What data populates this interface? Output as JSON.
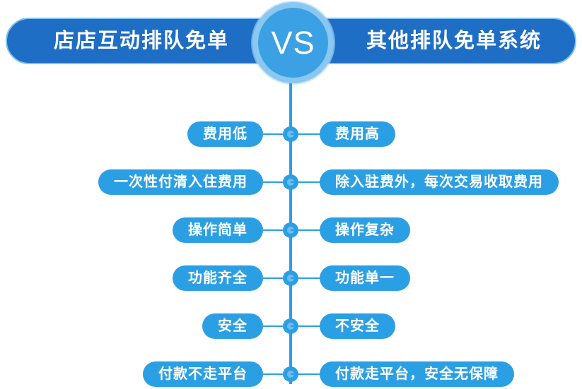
{
  "header": {
    "left_title": "店店互动排队免单",
    "vs_label": "VS",
    "right_title": "其他排队免单系统"
  },
  "rows": [
    {
      "left": "费用低",
      "right": "费用高"
    },
    {
      "left": "一次性付清入住费用",
      "right": "除入驻费外，每次交易收取费用"
    },
    {
      "left": "操作简单",
      "right": "操作复杂"
    },
    {
      "left": "功能齐全",
      "right": "功能单一"
    },
    {
      "left": "安全",
      "right": "不安全"
    },
    {
      "left": "付款不走平台",
      "right": "付款走平台，安全无保障"
    }
  ],
  "colors": {
    "header_blue": "#1E6EC6",
    "header_border": "#7CC2EE",
    "pill_blue": "#2B9FE4",
    "badge_ring": "#8AC8F1",
    "badge_fill": "#3BA1E4",
    "dot_inner": "#6CBCEC",
    "text": "#FFFFFF"
  }
}
